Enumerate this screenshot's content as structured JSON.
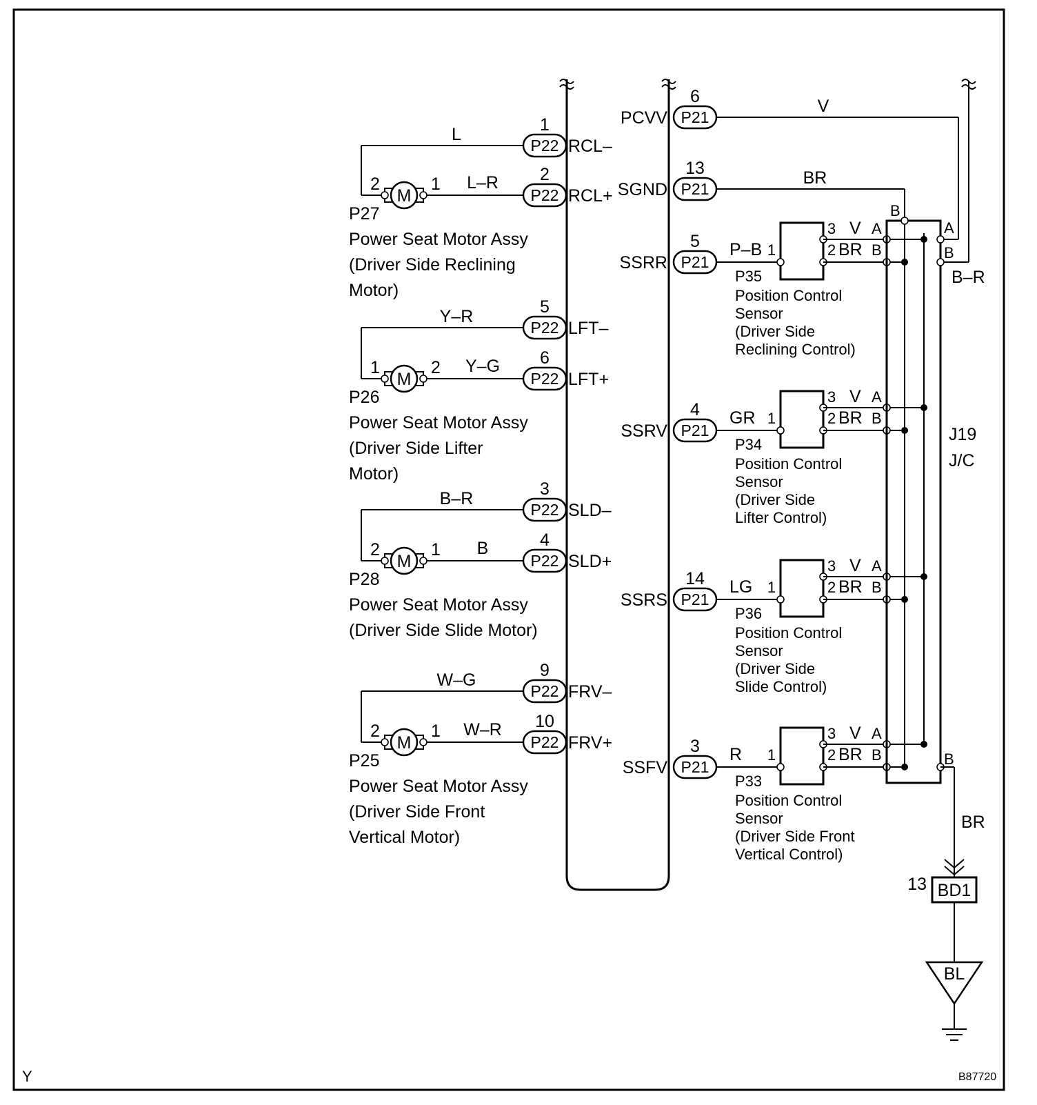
{
  "page": {
    "corner_left": "Y",
    "figure_id": "B87720"
  },
  "ecu_pins": [
    {
      "num": "6",
      "conn": "P21",
      "name": "PCVV",
      "wire": "V"
    },
    {
      "num": "13",
      "conn": "P21",
      "name": "SGND",
      "wire": "BR"
    },
    {
      "num": "5",
      "conn": "P21",
      "name": "SSRR",
      "wire": "P–B"
    },
    {
      "num": "4",
      "conn": "P21",
      "name": "SSRV",
      "wire": "GR"
    },
    {
      "num": "14",
      "conn": "P21",
      "name": "SSRS",
      "wire": "LG"
    },
    {
      "num": "3",
      "conn": "P21",
      "name": "SSFV",
      "wire": "R"
    }
  ],
  "motors": [
    {
      "id": "P27",
      "desc": [
        "Power Seat Motor Assy",
        "(Driver Side Reclining",
        "Motor)"
      ],
      "left_pin": "2",
      "right_pin": "1",
      "top_wire": "L",
      "bottom_wire": "L–R",
      "top": {
        "num": "1",
        "conn": "P22",
        "name": "RCL–"
      },
      "bottom": {
        "num": "2",
        "conn": "P22",
        "name": "RCL+"
      }
    },
    {
      "id": "P26",
      "desc": [
        "Power Seat Motor Assy",
        "(Driver Side Lifter",
        "Motor)"
      ],
      "left_pin": "1",
      "right_pin": "2",
      "top_wire": "Y–R",
      "bottom_wire": "Y–G",
      "top": {
        "num": "5",
        "conn": "P22",
        "name": "LFT–"
      },
      "bottom": {
        "num": "6",
        "conn": "P22",
        "name": "LFT+"
      }
    },
    {
      "id": "P28",
      "desc": [
        "Power Seat Motor Assy",
        "(Driver Side Slide Motor)"
      ],
      "left_pin": "2",
      "right_pin": "1",
      "top_wire": "B–R",
      "bottom_wire": "B",
      "top": {
        "num": "3",
        "conn": "P22",
        "name": "SLD–"
      },
      "bottom": {
        "num": "4",
        "conn": "P22",
        "name": "SLD+"
      }
    },
    {
      "id": "P25",
      "desc": [
        "Power Seat Motor Assy",
        "(Driver Side Front",
        "Vertical Motor)"
      ],
      "left_pin": "2",
      "right_pin": "1",
      "top_wire": "W–G",
      "bottom_wire": "W–R",
      "top": {
        "num": "9",
        "conn": "P22",
        "name": "FRV–"
      },
      "bottom": {
        "num": "10",
        "conn": "P22",
        "name": "FRV+"
      }
    }
  ],
  "motor_symbol": "M",
  "sensors": [
    {
      "id": "P35",
      "pin1": "1",
      "pin3": "3",
      "pin3_wire": "V",
      "pin2": "2",
      "pin2_wire": "BR",
      "jc_a": "A",
      "jc_b": "B",
      "desc": [
        "Position Control",
        "Sensor",
        "(Driver Side",
        "Reclining Control)"
      ]
    },
    {
      "id": "P34",
      "pin1": "1",
      "pin3": "3",
      "pin3_wire": "V",
      "pin2": "2",
      "pin2_wire": "BR",
      "jc_a": "A",
      "jc_b": "B",
      "desc": [
        "Position Control",
        "Sensor",
        "(Driver Side",
        "Lifter Control)"
      ]
    },
    {
      "id": "P36",
      "pin1": "1",
      "pin3": "3",
      "pin3_wire": "V",
      "pin2": "2",
      "pin2_wire": "BR",
      "jc_a": "A",
      "jc_b": "B",
      "desc": [
        "Position Control",
        "Sensor",
        "(Driver Side",
        "Slide Control)"
      ]
    },
    {
      "id": "P33",
      "pin1": "1",
      "pin3": "3",
      "pin3_wire": "V",
      "pin2": "2",
      "pin2_wire": "BR",
      "jc_a": "A",
      "jc_b": "B",
      "desc": [
        "Position Control",
        "Sensor",
        "(Driver Side Front",
        "Vertical Control)"
      ]
    }
  ],
  "junction": {
    "name": "J19",
    "type": "J/C",
    "top_b": "B",
    "right_a": "A",
    "right_b": "B",
    "right_wire": "B–R",
    "bottom_b": "B",
    "out_wire": "BR"
  },
  "ground": {
    "pin": "13",
    "conn": "BD1",
    "point": "BL"
  }
}
